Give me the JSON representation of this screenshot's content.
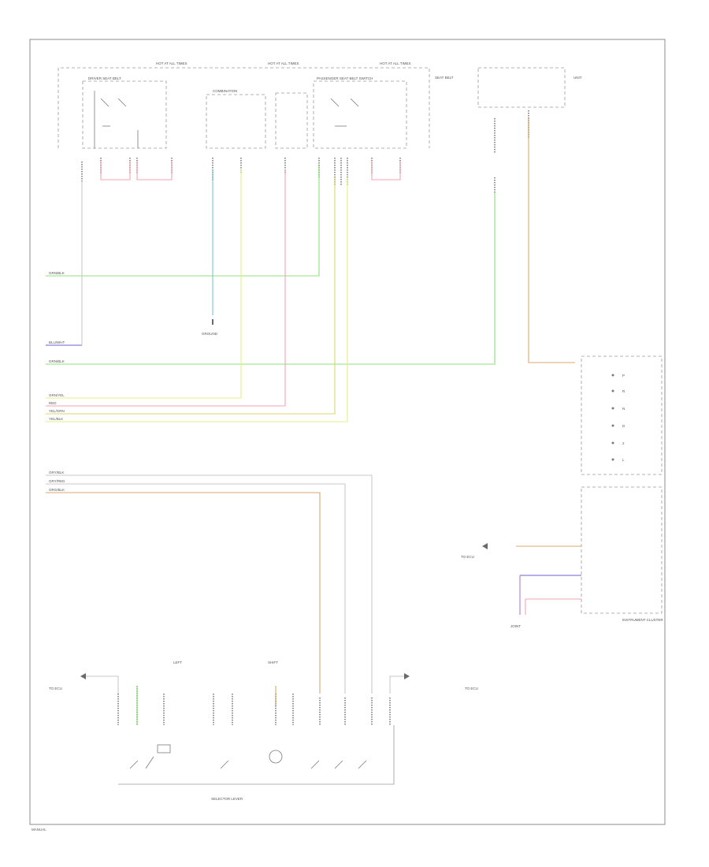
{
  "colors": {
    "red": "#f2a6b0",
    "green": "#8ee07a",
    "yellow": "#e6ef86",
    "teal": "#7ec9c5",
    "orange": "#d9a86a",
    "blue": "#6e5fd0",
    "gray": "#c9c9c9",
    "text": "#555555",
    "border": "#8c8c8c"
  },
  "labels": {
    "fuse_top_1": "HOT AT ALL TIMES",
    "fuse_top_2": "HOT AT ALL TIMES",
    "fuse_top_3": "HOT AT ALL TIMES",
    "left_module": "DRIVER SEAT BELT",
    "center_module": "COMBINATION",
    "right_switch_module": "PASSENGER SEAT BELT SWITCH",
    "right_note": "SEAT BELT",
    "meter_module": "INSTRUMENT CLUSTER",
    "ground_label": "GROUND",
    "bottom_left_ref": "TO ECU",
    "bottom_right_ref": "TO ECU",
    "selector_module": "SELECTOR LEVER",
    "footer": "MANUAL"
  },
  "icons": {
    "ground": "ground-icon",
    "arrow": "arrow-icon",
    "switch": "switch-icon"
  }
}
